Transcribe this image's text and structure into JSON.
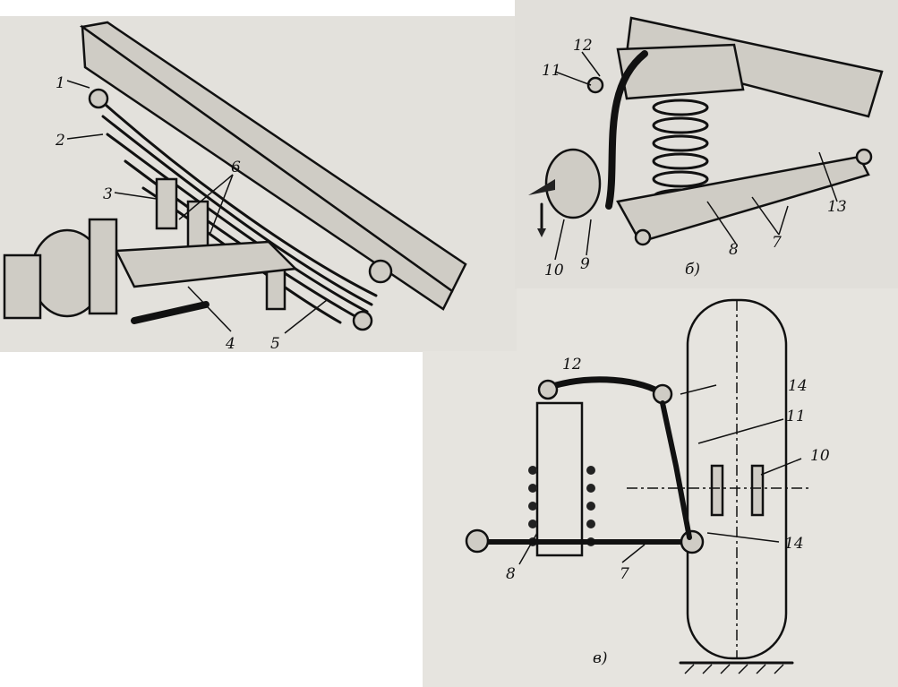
{
  "panel_a": {
    "labels": [
      "1",
      "2",
      "3",
      "6",
      "4",
      "5"
    ]
  },
  "panel_b": {
    "caption": "б)",
    "labels": [
      "12",
      "11",
      "10",
      "9",
      "8",
      "7",
      "13"
    ]
  },
  "panel_c": {
    "caption": "в)",
    "labels": [
      "12",
      "14",
      "11",
      "10",
      "14",
      "8",
      "7"
    ]
  },
  "colors": {
    "paper": "#e3e1dc",
    "ink": "#111111"
  }
}
